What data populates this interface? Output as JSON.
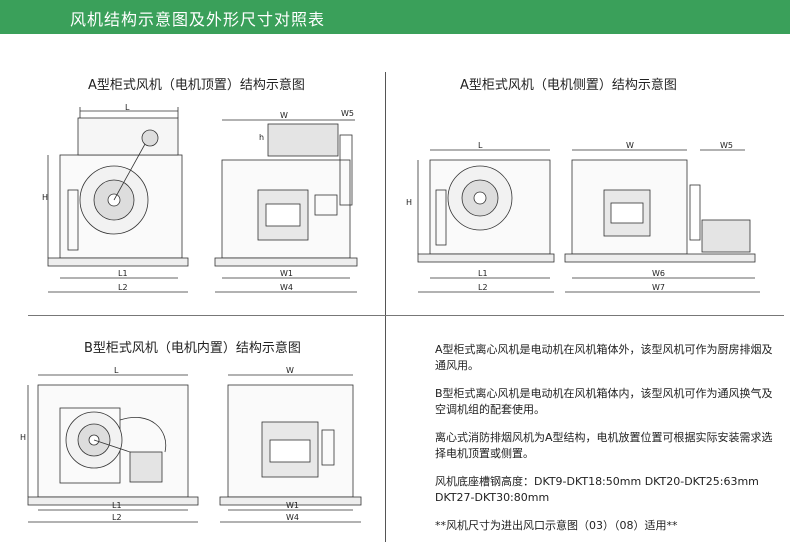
{
  "header": {
    "title": "风机结构示意图及外形尺寸对照表"
  },
  "sections": {
    "a_top": "A型柜式风机（电机顶置）结构示意图",
    "a_side": "A型柜式风机（电机侧置）结构示意图",
    "b_inner": "B型柜式风机（电机内置）结构示意图"
  },
  "dims": {
    "L": "L",
    "H": "H",
    "W": "W",
    "W5": "W5",
    "h": "h",
    "L1": "L1",
    "L2": "L2",
    "W1": "W1",
    "W4": "W4",
    "W6": "W6",
    "W7": "W7"
  },
  "notes": [
    "A型柜式离心风机是电动机在风机箱体外，该型风机可作为厨房排烟及通风用。",
    "B型柜式离心风机是电动机在风机箱体内，该型风机可作为通风换气及空调机组的配套使用。",
    "离心式消防排烟风机为A型结构，电机放置位置可根据实际安装需求选择电机顶置或侧置。",
    "风机底座槽钢高度：DKT9-DKT18:50mm DKT20-DKT25:63mm  DKT27-DKT30:80mm",
    "**风机尺寸为进出风口示意图（03）（08）适用**"
  ]
}
